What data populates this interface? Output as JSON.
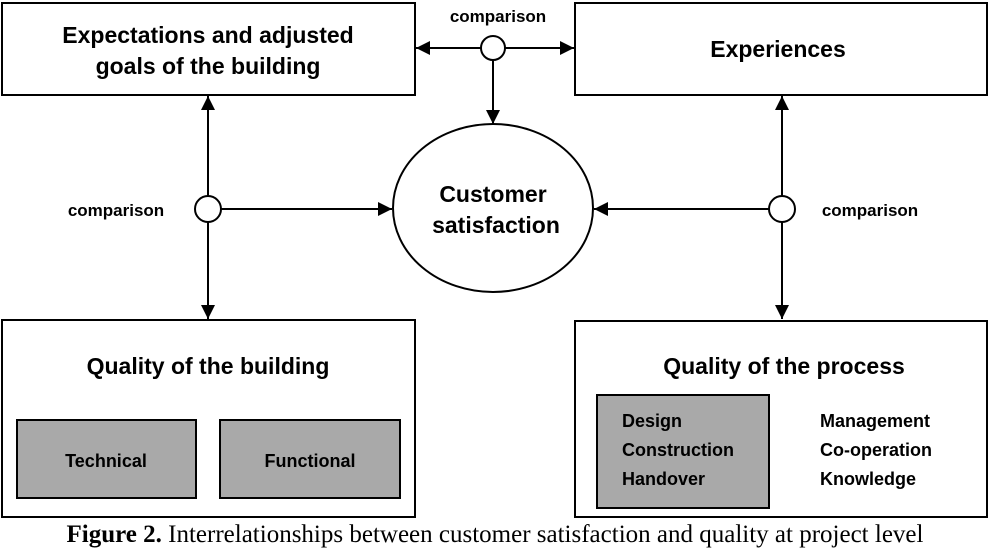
{
  "diagram": {
    "boxes": {
      "expectations": {
        "lines": [
          "Expectations and adjusted",
          "goals of the building"
        ]
      },
      "experiences": {
        "label": "Experiences"
      },
      "customer_satisfaction": {
        "lines": [
          "Customer",
          "satisfaction"
        ]
      },
      "quality_building": {
        "title": "Quality of the building",
        "items": [
          "Technical",
          "Functional"
        ]
      },
      "quality_process": {
        "title": "Quality of the process",
        "phases": [
          "Design",
          "Construction",
          "Handover"
        ],
        "factors": [
          "Management",
          "Co-operation",
          "Knowledge"
        ]
      }
    },
    "comparison_labels": {
      "top": "comparison",
      "left": "comparison",
      "right": "comparison"
    },
    "colors": {
      "stroke": "#000000",
      "grey_fill": "#a9a9a9",
      "background": "#ffffff"
    }
  },
  "caption": {
    "label": "Figure 2.",
    "text": " Interrelationships between customer satisfaction and quality at project level"
  }
}
